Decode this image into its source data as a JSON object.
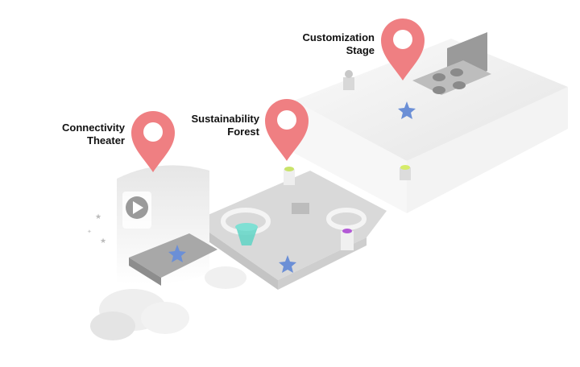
{
  "zones": [
    {
      "name": "Connectivity Theater",
      "line1": "Connectivity",
      "line2": "Theater"
    },
    {
      "name": "Sustainability Forest",
      "line1": "Sustainability",
      "line2": "Forest"
    },
    {
      "name": "Customization Stage",
      "line1": "Customization",
      "line2": "Stage"
    }
  ],
  "colors": {
    "pin": "#ef7f82",
    "floor": "#e9e9e9",
    "star": "#6b8fd6",
    "cone": "#5fd3c4"
  },
  "icons": [
    "map-pin-icon",
    "play-icon",
    "star-icon"
  ]
}
